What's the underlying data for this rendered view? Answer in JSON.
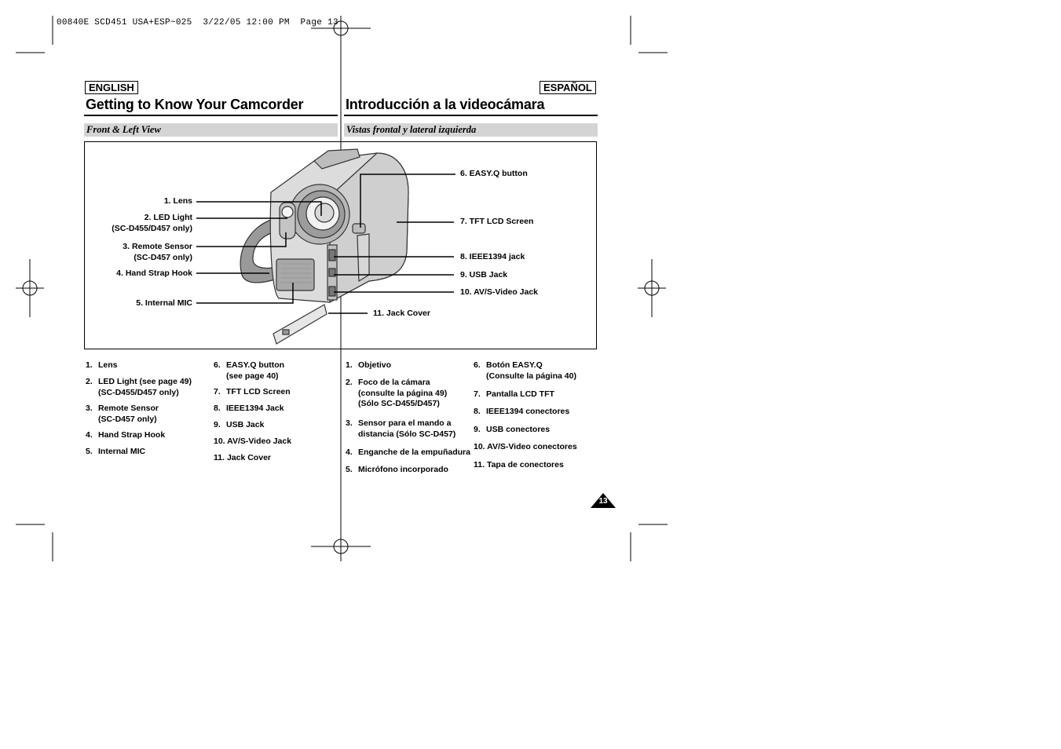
{
  "print_header": "00840E SCD451 USA+ESP~025  3/22/05 12:00 PM  Page 13",
  "english": {
    "lang_label": "ENGLISH",
    "title": "Getting to Know Your Camcorder",
    "subtitle": "Front & Left View"
  },
  "spanish": {
    "lang_label": "ESPAÑOL",
    "title": "Introducción a la videocámara",
    "subtitle": "Vistas frontal y lateral izquierda"
  },
  "figure": {
    "callouts": {
      "lens": "1. Lens",
      "led_line1": "2. LED Light",
      "led_line2": "(SC-D455/D457 only)",
      "remote_line1": "3. Remote Sensor",
      "remote_line2": "(SC-D457 only)",
      "hook": "4. Hand Strap Hook",
      "mic": "5. Internal MIC",
      "easyq": "6. EASY.Q button",
      "tft": "7. TFT LCD Screen",
      "ieee": "8. IEEE1394 jack",
      "usb": "9. USB Jack",
      "av": "10. AV/S-Video Jack",
      "cover": "11. Jack Cover"
    }
  },
  "english_list": {
    "col1": [
      {
        "num": "1.",
        "lines": [
          "Lens"
        ]
      },
      {
        "num": "2.",
        "lines": [
          "LED Light (see page 49)",
          "(SC-D455/D457 only)"
        ]
      },
      {
        "num": "3.",
        "lines": [
          "Remote Sensor",
          "(SC-D457 only)"
        ]
      },
      {
        "num": "4.",
        "lines": [
          "Hand Strap Hook"
        ]
      },
      {
        "num": "5.",
        "lines": [
          "Internal MIC"
        ]
      }
    ],
    "col2": [
      {
        "num": "6.",
        "lines": [
          "EASY.Q button",
          "(see page 40)"
        ]
      },
      {
        "num": "7.",
        "lines": [
          "TFT LCD Screen"
        ]
      },
      {
        "num": "8.",
        "lines": [
          "IEEE1394 Jack"
        ]
      },
      {
        "num": "9.",
        "lines": [
          "USB Jack"
        ]
      },
      {
        "num": "10.",
        "lines": [
          "AV/S-Video Jack"
        ]
      },
      {
        "num": "11.",
        "lines": [
          "Jack Cover"
        ]
      }
    ]
  },
  "spanish_list": {
    "col1": [
      {
        "num": "1.",
        "lines": [
          "Objetivo"
        ]
      },
      {
        "num": "2.",
        "lines": [
          "Foco de la cámara",
          "(consulte la página 49)",
          "(Sólo SC-D455/D457)"
        ]
      },
      {
        "num": "3.",
        "lines": [
          "Sensor para el mando a",
          "distancia (Sólo SC-D457)"
        ]
      },
      {
        "num": "4.",
        "lines": [
          "Enganche de la empuñadura"
        ]
      },
      {
        "num": "5.",
        "lines": [
          "Micrófono incorporado"
        ]
      }
    ],
    "col2": [
      {
        "num": "6.",
        "lines": [
          "Botón EASY.Q",
          "(Consulte la página 40)"
        ]
      },
      {
        "num": "7.",
        "lines": [
          "Pantalla LCD TFT"
        ]
      },
      {
        "num": "8.",
        "lines": [
          "IEEE1394 conectores"
        ]
      },
      {
        "num": "9.",
        "lines": [
          "USB conectores"
        ]
      },
      {
        "num": "10.",
        "lines": [
          "AV/S-Video conectores"
        ]
      },
      {
        "num": "11.",
        "lines": [
          "Tapa de conectores"
        ]
      }
    ]
  },
  "page_number": "13"
}
